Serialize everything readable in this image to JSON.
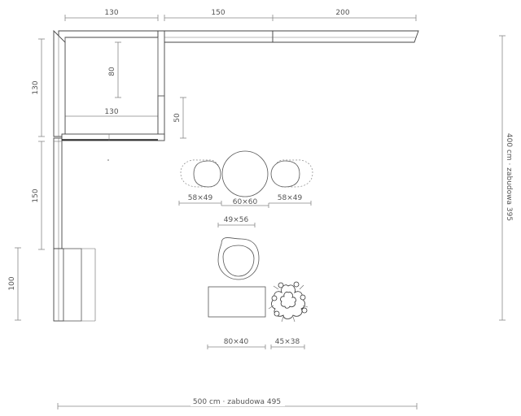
{
  "dimensions": {
    "top_left": "130",
    "top_mid": "150",
    "top_right": "200",
    "upper_depth": "80",
    "inner_width": "130",
    "short_depth": "50",
    "left_upper": "130",
    "left_mid": "150",
    "left_lower": "100",
    "right_total": "400 cm · zabudowa 395",
    "bottom_total": "500 cm · zabudowa 495",
    "chair_left": "58×49",
    "table_round": "60×60",
    "chair_right": "58×49",
    "armchair": "49×56",
    "bench": "80×40",
    "plant": "45×38"
  }
}
